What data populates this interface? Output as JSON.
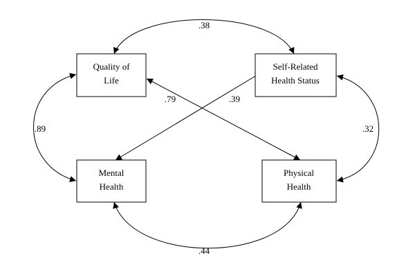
{
  "nodes": {
    "quality_of_life": {
      "line1": "Quality of",
      "line2": "Life"
    },
    "self_related_health_status": {
      "line1": "Self-Related",
      "line2": "Health Status"
    },
    "mental_health": {
      "line1": "Mental",
      "line2": "Health"
    },
    "physical_health": {
      "line1": "Physical",
      "line2": "Health"
    }
  },
  "edges": {
    "qol_srhs": {
      "from": "Quality of Life",
      "to": "Self-Related Health Status",
      "label": ".38"
    },
    "qol_mental": {
      "from": "Quality of Life",
      "to": "Mental Health",
      "label": ".89"
    },
    "qol_physical": {
      "from": "Quality of Life",
      "to": "Physical Health",
      "label": ".79"
    },
    "srhs_mental": {
      "from": "Self-Related Health Status",
      "to": "Mental Health",
      "label": ".39"
    },
    "srhs_physical": {
      "from": "Self-Related Health Status",
      "to": "Physical Health",
      "label": ".32"
    },
    "mental_physical": {
      "from": "Mental Health",
      "to": "Physical Health",
      "label": ".44"
    }
  },
  "colors": {
    "stroke": "#000000",
    "background": "#ffffff"
  }
}
